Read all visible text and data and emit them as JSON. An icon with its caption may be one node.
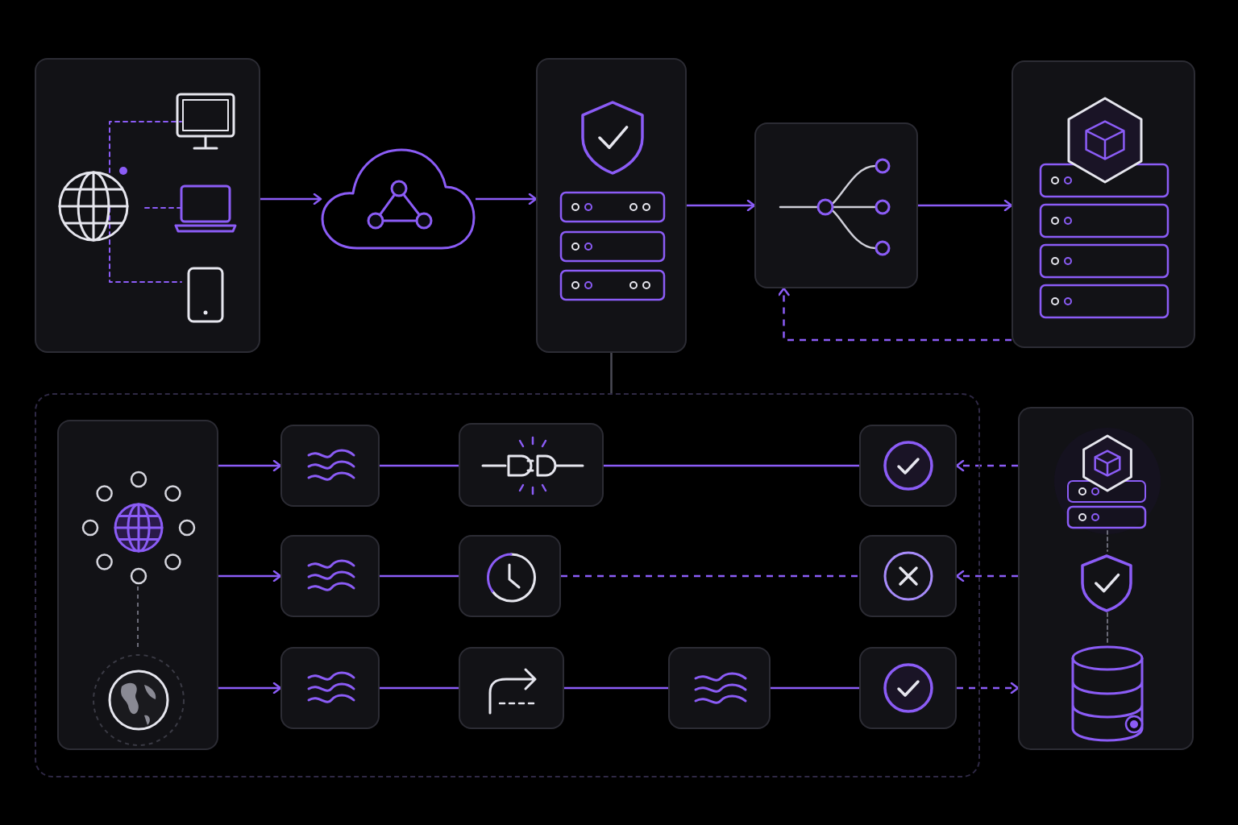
{
  "diagram": {
    "nodes": [
      {
        "text": [],
        "shape": "box"
      },
      {
        "text": [],
        "shape": "cloud"
      },
      {
        "text": [],
        "shape": "box"
      },
      {
        "text": [],
        "shape": "box"
      },
      {
        "text": [],
        "shape": "box"
      },
      {
        "text": [],
        "shape": "box"
      },
      {
        "text": [],
        "shape": "box",
        "in": 5
      },
      {
        "text": [],
        "shape": "box",
        "in": 5
      },
      {
        "text": [],
        "shape": "box",
        "in": 5
      },
      {
        "text": [],
        "shape": "box",
        "in": 5
      },
      {
        "text": [],
        "shape": "box",
        "in": 5
      },
      {
        "text": [],
        "shape": "box",
        "in": 5
      },
      {
        "text": [],
        "shape": "box",
        "in": 5
      },
      {
        "text": [],
        "shape": "box",
        "in": 5
      },
      {
        "text": [],
        "shape": "box",
        "in": 5
      },
      {
        "text": [],
        "shape": "box",
        "in": 5
      },
      {
        "text": [],
        "shape": "box",
        "in": 5
      },
      {
        "text": [],
        "shape": "box"
      }
    ],
    "edges": [
      {
        "from": 0,
        "to": 1,
        "arrow": "to"
      },
      {
        "from": 1,
        "to": 2,
        "arrow": "to"
      },
      {
        "from": 2,
        "to": 3,
        "arrow": "to"
      },
      {
        "from": 3,
        "to": 4,
        "arrow": "to"
      },
      {
        "from": 4,
        "to": 3,
        "arrow": "to",
        "style": "dashed"
      },
      {
        "from": 2,
        "to": 5,
        "arrow": "none",
        "color": "#4a4a55"
      },
      {
        "from": 6,
        "to": 7,
        "arrow": "to"
      },
      {
        "from": 7,
        "to": 8,
        "arrow": "none"
      },
      {
        "from": 8,
        "to": 9,
        "arrow": "none"
      },
      {
        "from": 6,
        "to": 10,
        "arrow": "to"
      },
      {
        "from": 10,
        "to": 11,
        "arrow": "none"
      },
      {
        "from": 11,
        "to": 12,
        "arrow": "none",
        "style": "dashed"
      },
      {
        "from": 6,
        "to": 13,
        "arrow": "to"
      },
      {
        "from": 13,
        "to": 14,
        "arrow": "none"
      },
      {
        "from": 14,
        "to": 15,
        "arrow": "none"
      },
      {
        "from": 15,
        "to": 16,
        "arrow": "none"
      },
      {
        "from": 17,
        "to": 9,
        "arrow": "to",
        "style": "dashed"
      },
      {
        "from": 17,
        "to": 12,
        "arrow": "to",
        "style": "dashed"
      },
      {
        "from": 16,
        "to": 17,
        "arrow": "to",
        "style": "dashed"
      }
    ]
  }
}
